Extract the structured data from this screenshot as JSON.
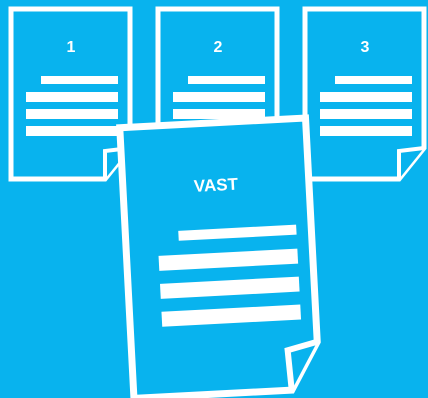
{
  "documents": [
    {
      "label": "1"
    },
    {
      "label": "2"
    },
    {
      "label": "3"
    }
  ],
  "main_document": {
    "label": "VAST"
  },
  "colors": {
    "background": "#08b3ee",
    "foreground": "#ffffff"
  }
}
